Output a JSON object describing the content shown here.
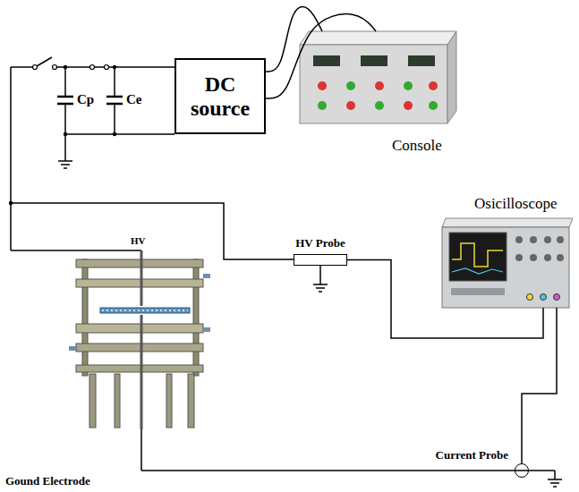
{
  "diagram": {
    "nodes": [
      {
        "text": [
          "DC source"
        ]
      },
      {
        "text": [
          "Console"
        ]
      },
      {
        "text": [
          "Osicilloscope"
        ]
      },
      {
        "text": [
          "HV Probe"
        ]
      },
      {
        "text": [
          "Current Probe"
        ]
      }
    ],
    "edges": [
      {
        "from": 0,
        "to": 1,
        "arrow": "none"
      },
      {
        "from": 0,
        "to": 1,
        "arrow": "none"
      },
      {
        "from": 3,
        "to": 2,
        "arrow": "none"
      },
      {
        "from": 4,
        "to": 2,
        "arrow": "none"
      }
    ],
    "labels": [
      "Cp",
      "Ce",
      "HV",
      "Gound Electrode"
    ]
  }
}
